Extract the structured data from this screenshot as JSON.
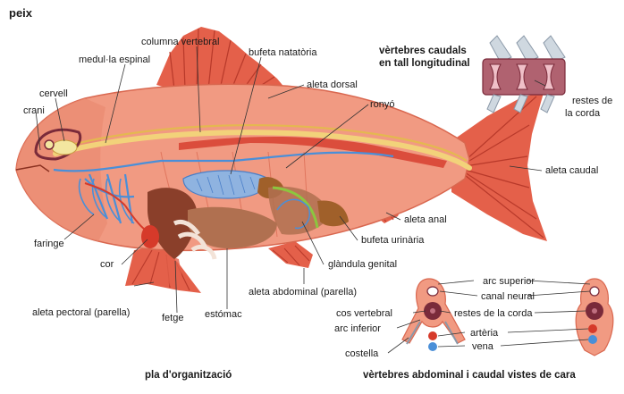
{
  "title": "peix",
  "captions": {
    "main": "pla d'organització",
    "inset_top_line1": "vèrtebres caudals",
    "inset_top_line2": "en tall longitudinal",
    "inset_bottom": "vèrtebres abdominal i caudal vistes de cara"
  },
  "labels": {
    "columna_vertebral": "columna vertebral",
    "bufeta_natatoria": "bufeta natatòria",
    "medulla_espinal": "medul·la espinal",
    "aleta_dorsal": "aleta dorsal",
    "cervell": "cervell",
    "ronyo": "ronyó",
    "crani": "crani",
    "aleta_caudal": "aleta caudal",
    "aleta_anal": "aleta anal",
    "bufeta_urinaria": "bufeta urinària",
    "faringe": "faringe",
    "glandula_genital": "glàndula genital",
    "cor": "cor",
    "aleta_abdominal": "aleta abdominal (parella)",
    "aleta_pectoral": "aleta pectoral (parella)",
    "fetge": "fetge",
    "estomac": "estómac",
    "restes_corda_top_1": "restes de",
    "restes_corda_top_2": "la corda",
    "arc_superior": "arc superior",
    "canal_neural": "canal neural",
    "cos_vertebral": "cos vertebral",
    "restes_corda": "restes de la corda",
    "arc_inferior": "arc inferior",
    "arteria": "artèria",
    "vena": "vena",
    "costella": "costella"
  },
  "colors": {
    "body": "#f19a82",
    "body_dark": "#e06a50",
    "fin": "#e4604a",
    "spine": "#f2d27a",
    "spinal_cord": "#f3e6a0",
    "blue_vessel": "#4a8fd8",
    "red_vessel": "#d63a2a",
    "swim_bladder": "#8fb3e0",
    "liver": "#8a3f2a",
    "stomach": "#b07050",
    "green": "#8cc63f",
    "vertebra_body": "#7a2a3a"
  }
}
